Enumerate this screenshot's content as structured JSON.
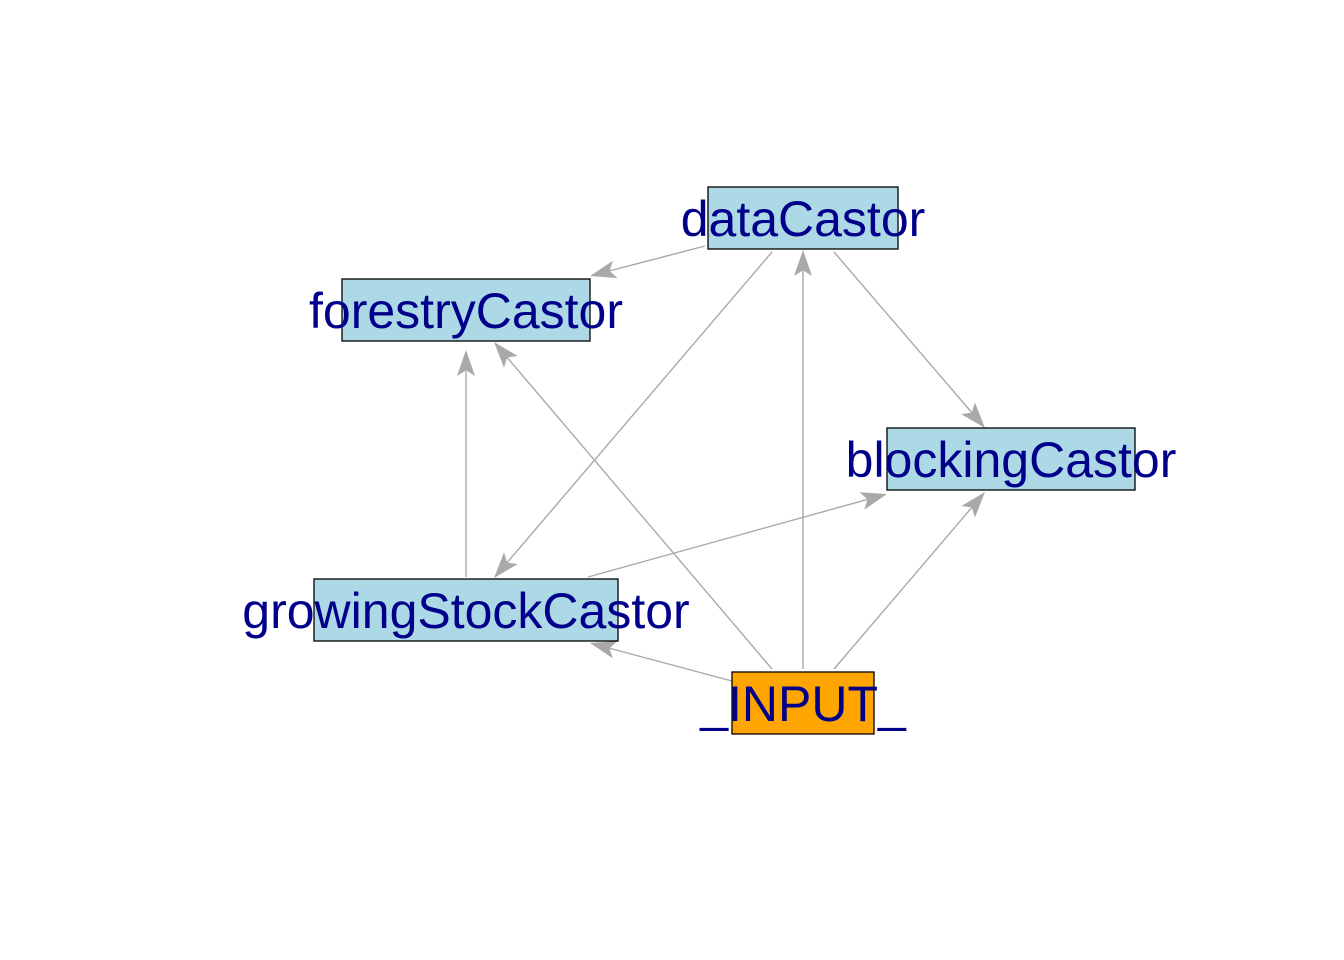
{
  "graph": {
    "nodes": [
      {
        "id": "dataCastor",
        "label": "dataCastor",
        "fill": "#add8e6",
        "text_color": "#00008b"
      },
      {
        "id": "forestryCastor",
        "label": "forestryCastor",
        "fill": "#add8e6",
        "text_color": "#00008b"
      },
      {
        "id": "blockingCastor",
        "label": "blockingCastor",
        "fill": "#add8e6",
        "text_color": "#00008b"
      },
      {
        "id": "growingStockCastor",
        "label": "growingStockCastor",
        "fill": "#add8e6",
        "text_color": "#00008b"
      },
      {
        "id": "INPUT",
        "label": "_INPUT_",
        "fill": "#ffa500",
        "text_color": "#00008b"
      }
    ],
    "edges": [
      {
        "from": "dataCastor",
        "to": "forestryCastor"
      },
      {
        "from": "dataCastor",
        "to": "growingStockCastor"
      },
      {
        "from": "dataCastor",
        "to": "blockingCastor"
      },
      {
        "from": "growingStockCastor",
        "to": "forestryCastor"
      },
      {
        "from": "growingStockCastor",
        "to": "blockingCastor"
      },
      {
        "from": "INPUT",
        "to": "forestryCastor"
      },
      {
        "from": "INPUT",
        "to": "dataCastor"
      },
      {
        "from": "INPUT",
        "to": "blockingCastor"
      },
      {
        "from": "INPUT",
        "to": "growingStockCastor"
      }
    ],
    "edge_color": "#a9a9a9"
  }
}
